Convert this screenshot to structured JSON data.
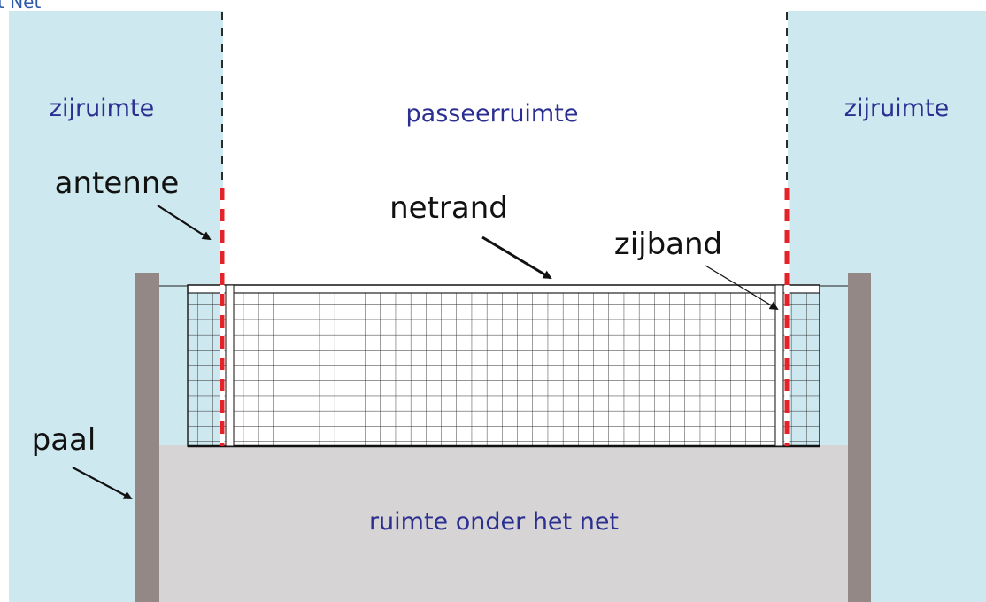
{
  "header_fragment": "t Net",
  "zones": {
    "side_left": "zijruimte",
    "side_right": "zijruimte",
    "crossing": "passeerruimte",
    "under_net": "ruimte onder het net"
  },
  "labels": {
    "antenna": "antenne",
    "net_edge": "netrand",
    "side_band": "zijband",
    "post": "paal"
  },
  "colors": {
    "side_space": "#cde8ef",
    "crossing_space": "#ffffff",
    "under_space": "#d6d4d4",
    "post": "#948887",
    "antenna_red": "#e2232a",
    "zone_text": "#2b2f92",
    "label_text": "#111111",
    "net_line": "#222222"
  }
}
